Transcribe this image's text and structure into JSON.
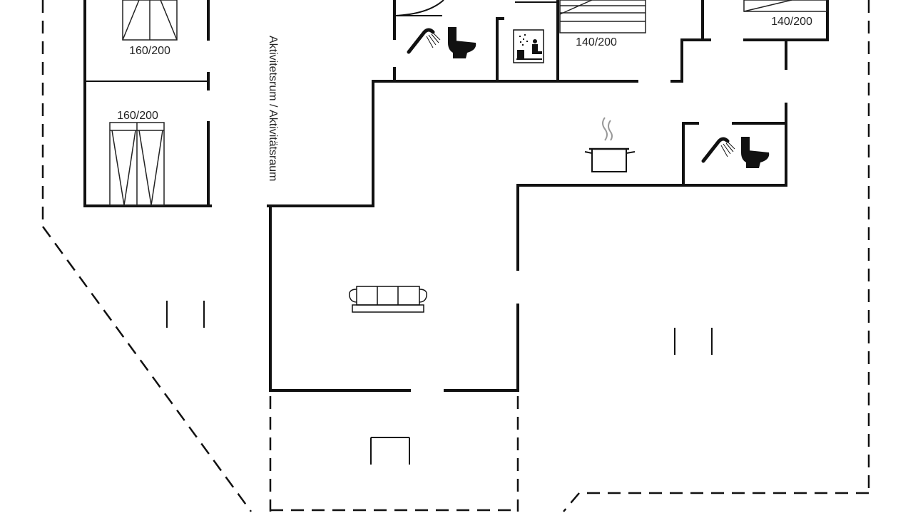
{
  "rooms": {
    "activity_room_label": "Aktivitetsrum / Aktivitätsraum"
  },
  "beds": [
    {
      "id": "bed-top-left",
      "size": "160/200"
    },
    {
      "id": "bed-mid-left",
      "size": "160/200"
    },
    {
      "id": "bed-top-center",
      "size": "140/200"
    },
    {
      "id": "bed-top-right",
      "size": "140/200"
    }
  ],
  "icons": [
    "shower-icon",
    "toilet-icon",
    "sauna-icon",
    "cooking-pot-icon",
    "sofa-icon",
    "fireplace-icon",
    "terrace-marker-icon"
  ],
  "colors": {
    "line": "#111111",
    "background": "#ffffff"
  }
}
